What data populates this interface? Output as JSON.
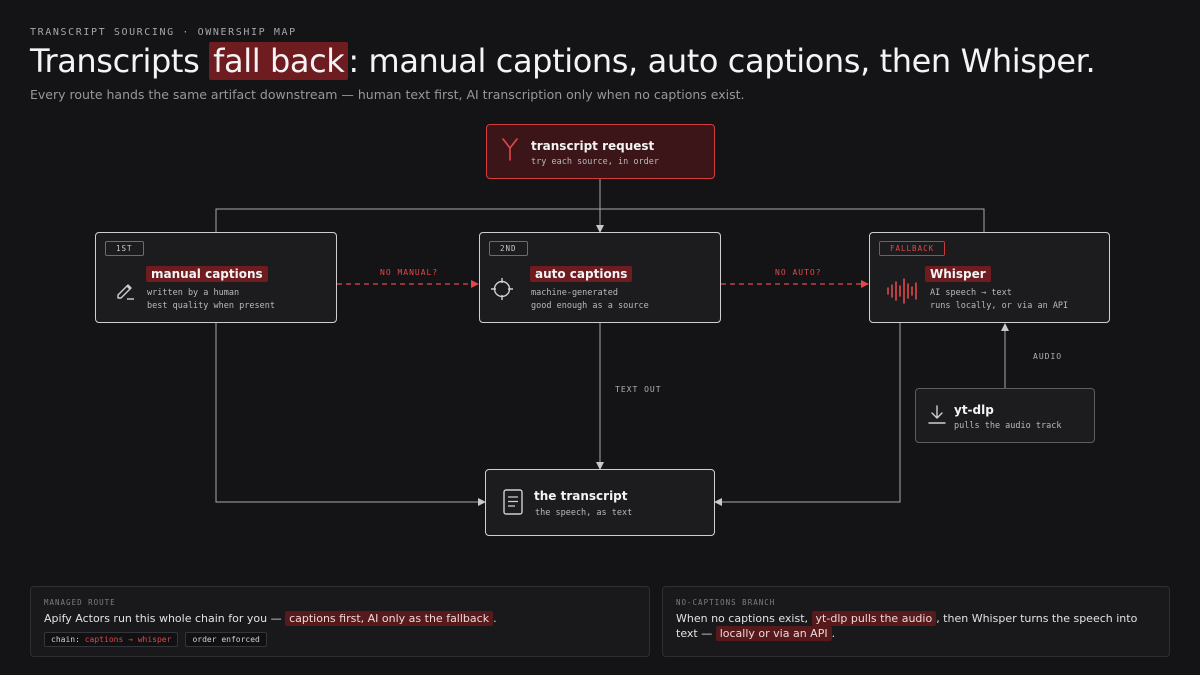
{
  "header": {
    "eyebrow": "TRANSCRIPT SOURCING · OWNERSHIP MAP",
    "title_pre": "Transcripts",
    "title_highlight": "fall back",
    "title_post": ": manual captions, auto captions, then Whisper.",
    "subtitle": "Every route hands the same artifact downstream — human text first, AI transcription only when no captions exist."
  },
  "nodes": {
    "request": {
      "title": "transcript request",
      "line1": "try each source, in order",
      "icon": "fork-icon"
    },
    "manual": {
      "tag": "1ST",
      "title": "manual captions",
      "line1": "written by a human",
      "line2": "best quality when present",
      "icon": "pen-icon"
    },
    "auto": {
      "tag": "2ND",
      "title": "auto captions",
      "line1": "machine-generated",
      "line2": "good enough as a source",
      "icon": "crosshair-icon"
    },
    "whisper": {
      "tag": "FALLBACK",
      "title": "Whisper",
      "line1": "AI speech → text",
      "line2": "runs locally, or via an API",
      "icon": "waveform-icon"
    },
    "ytdlp": {
      "title": "yt-dlp",
      "line1": "pulls the audio track",
      "icon": "download-icon"
    },
    "output": {
      "title": "the transcript",
      "line1": "the speech, as text",
      "icon": "document-icon"
    }
  },
  "edges": {
    "no_manual": "NO MANUAL?",
    "no_auto": "NO AUTO?",
    "text_out": "TEXT OUT",
    "audio": "AUDIO"
  },
  "cards": {
    "managed": {
      "eyebrow": "MANAGED ROUTE",
      "body_pre": "Apify Actors run this whole chain for you —",
      "body_hl": "captions first, AI only as the fallback",
      "body_post": ".",
      "chip1_label": "chain:",
      "chip1_value": "captions → whisper",
      "chip2": "order enforced"
    },
    "nocaptions": {
      "eyebrow": "NO-CAPTIONS BRANCH",
      "body_pre": "When no captions exist,",
      "body_hl1": "yt-dlp pulls the audio",
      "body_mid": ", then Whisper turns the speech into text —",
      "body_hl2": "locally or via an API",
      "body_post": "."
    }
  },
  "colors": {
    "accent": "#e0484a",
    "highlight": "#6e1c1f",
    "background": "#141416"
  }
}
